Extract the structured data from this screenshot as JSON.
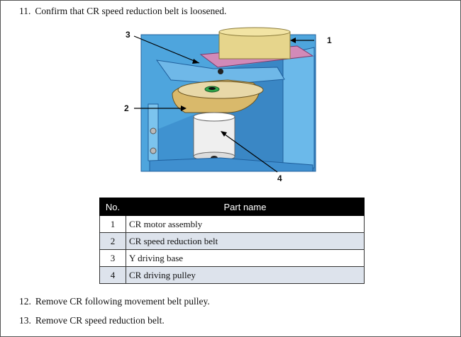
{
  "steps": {
    "s11": {
      "number": "11.",
      "text": "Confirm that CR speed reduction belt is loosened."
    },
    "s12": {
      "number": "12.",
      "text": "Remove CR following movement belt pulley."
    },
    "s13": {
      "number": "13.",
      "text": "Remove CR speed reduction belt."
    }
  },
  "figure": {
    "callouts": [
      "1",
      "2",
      "3",
      "4"
    ],
    "colors": {
      "frame": "#5ab0e4",
      "frame_dark": "#1f5f9c",
      "motor": "#e6d58c",
      "motor_plate": "#d28ab8",
      "belt": "#d9b96b",
      "pulley": "#efefef"
    }
  },
  "table": {
    "headers": [
      "No.",
      "Part name"
    ],
    "rows": [
      {
        "no": "1",
        "name": "CR motor assembly"
      },
      {
        "no": "2",
        "name": "CR speed reduction belt"
      },
      {
        "no": "3",
        "name": "Y driving base"
      },
      {
        "no": "4",
        "name": "CR driving pulley"
      }
    ]
  }
}
